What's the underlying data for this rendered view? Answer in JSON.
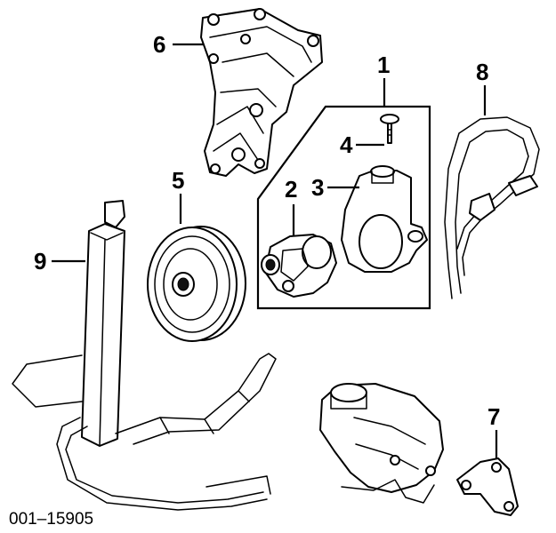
{
  "callouts": {
    "c1": "1",
    "c2": "2",
    "c3": "3",
    "c4": "4",
    "c5": "5",
    "c6": "6",
    "c7": "7",
    "c8": "8",
    "c9": "9"
  },
  "figure_code": "001–15905"
}
